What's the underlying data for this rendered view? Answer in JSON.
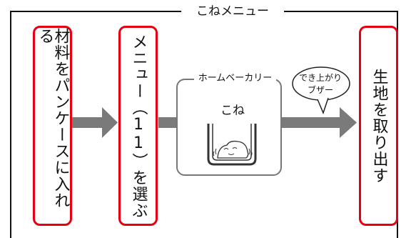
{
  "title": "こねメニュー",
  "steps": [
    {
      "label": "材料をパンケースに入れる"
    },
    {
      "label": "メニュー（11）を選ぶ"
    },
    {
      "label": "生地を取り出す"
    }
  ],
  "machine": {
    "label": "ホームベーカリー",
    "mode": "こね",
    "bubble_line1": "でき上がり",
    "bubble_line2": "ブザー"
  },
  "colors": {
    "accent": "#e60012",
    "arrow": "#7a7a7a",
    "frame": "#111111"
  }
}
